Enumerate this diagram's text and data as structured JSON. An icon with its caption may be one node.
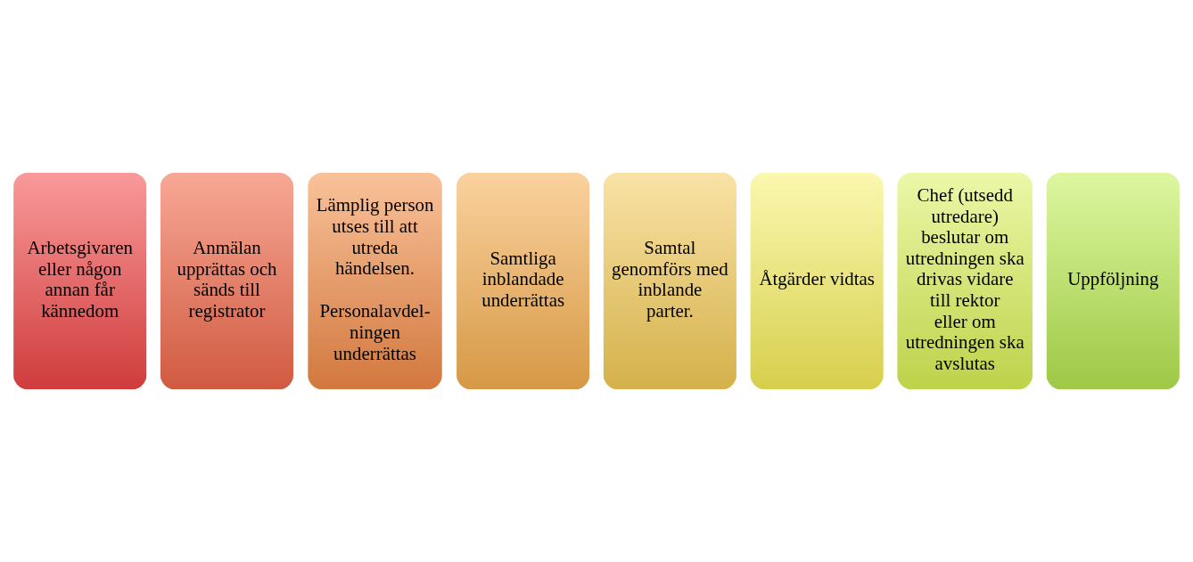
{
  "diagram": {
    "nodes": [
      {
        "text": [
          "Arbetsgivaren eller någon annan får kännedom"
        ]
      },
      {
        "text": [
          "Anmälan upprättas och sänds till registrator"
        ]
      },
      {
        "text": [
          "Lämplig person utses till att utreda händelsen.",
          "Personalavdel- ningen underrättas"
        ]
      },
      {
        "text": [
          "Samtliga inblandade underrättas"
        ]
      },
      {
        "text": [
          "Samtal genomförs med inblande parter."
        ]
      },
      {
        "text": [
          "Åtgärder vidtas"
        ]
      },
      {
        "text": [
          "Chef (utsedd utredare) beslutar om utredningen ska drivas vidare till rektor eller om utredningen ska avslutas"
        ]
      },
      {
        "text": [
          "Uppföljning"
        ]
      }
    ]
  }
}
